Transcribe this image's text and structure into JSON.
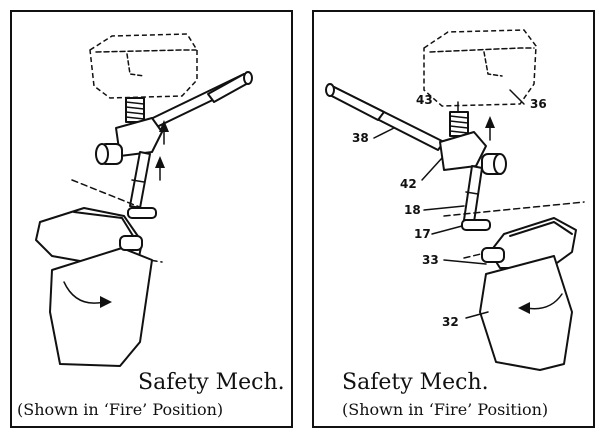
{
  "panels": [
    {
      "caption_line1": "Safety Mech.",
      "caption_line2": "(Shown in ‘Fire’ Position)",
      "labels": []
    },
    {
      "caption_line1": "Safety Mech.",
      "caption_line2": "(Shown in ‘Fire’ Position)",
      "labels": [
        "43",
        "36",
        "38",
        "42",
        "18",
        "17",
        "33",
        "32"
      ]
    }
  ]
}
